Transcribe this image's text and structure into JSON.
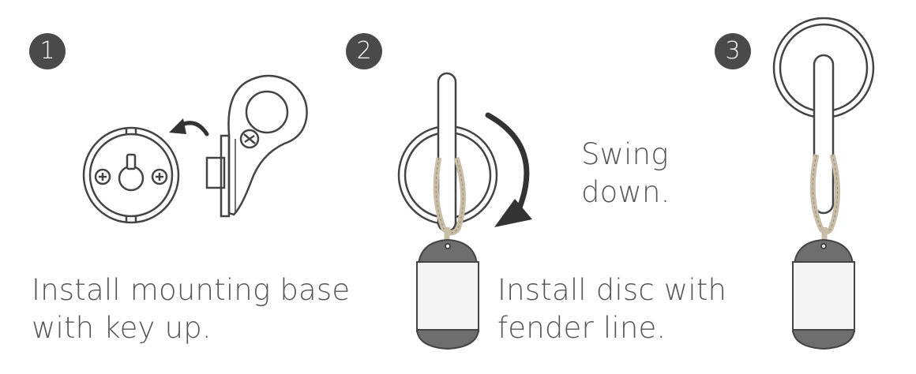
{
  "steps": [
    {
      "number": "1",
      "caption_lines": [
        "Install mounting base",
        "with key up."
      ]
    },
    {
      "number": "2",
      "caption_lines": [
        "Install disc with",
        "fender line."
      ],
      "note_lines": [
        "Swing",
        "down."
      ]
    },
    {
      "number": "3"
    }
  ],
  "colors": {
    "badge": "#4a4a4a",
    "line_art": "#444444",
    "text": "#555555",
    "fender_dark": "#6e6e6e",
    "fender_light": "#f4f4f4",
    "rope": "#d2c8b4"
  }
}
